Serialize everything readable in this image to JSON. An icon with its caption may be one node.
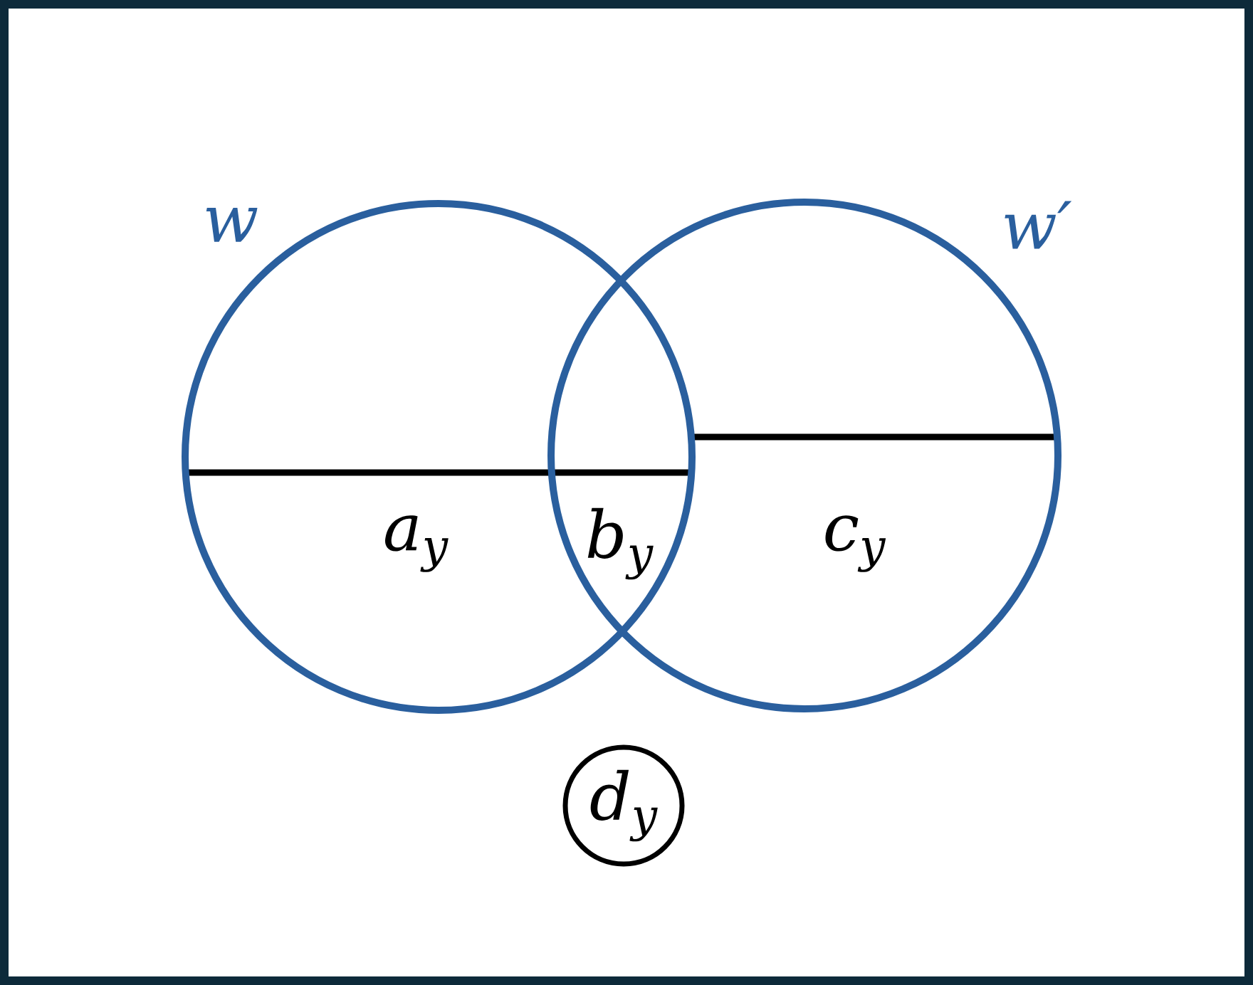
{
  "diagram": {
    "nodes": [
      {
        "text": [
          "w",
          "a$_{y}$"
        ]
      },
      {
        "text": [
          "w′",
          "c$_{y}$"
        ]
      },
      {
        "text": [
          "d$_{y}$"
        ]
      }
    ],
    "labels": [
      "b$_{y}$"
    ]
  }
}
